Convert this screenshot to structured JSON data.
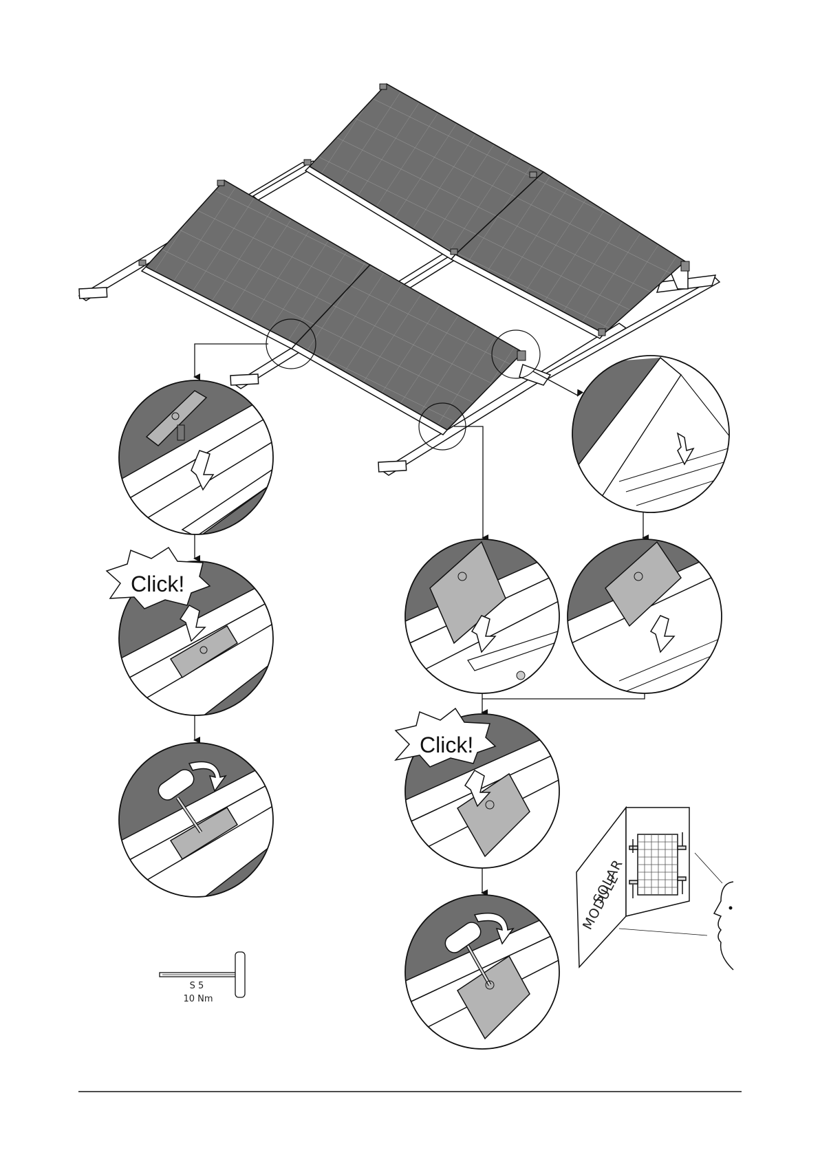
{
  "callouts": {
    "click_left": "Click!",
    "click_right": "Click!"
  },
  "tool": {
    "size_label": "S 5",
    "torque_label": "10 Nm"
  },
  "info_card": {
    "label_line1": "SOLAR",
    "label_line2": "MODULE"
  },
  "colors": {
    "panel": "#6e6e6e",
    "panel_dark": "#5a5a5a",
    "clamp": "#b4b4b4",
    "line": "#111111"
  }
}
